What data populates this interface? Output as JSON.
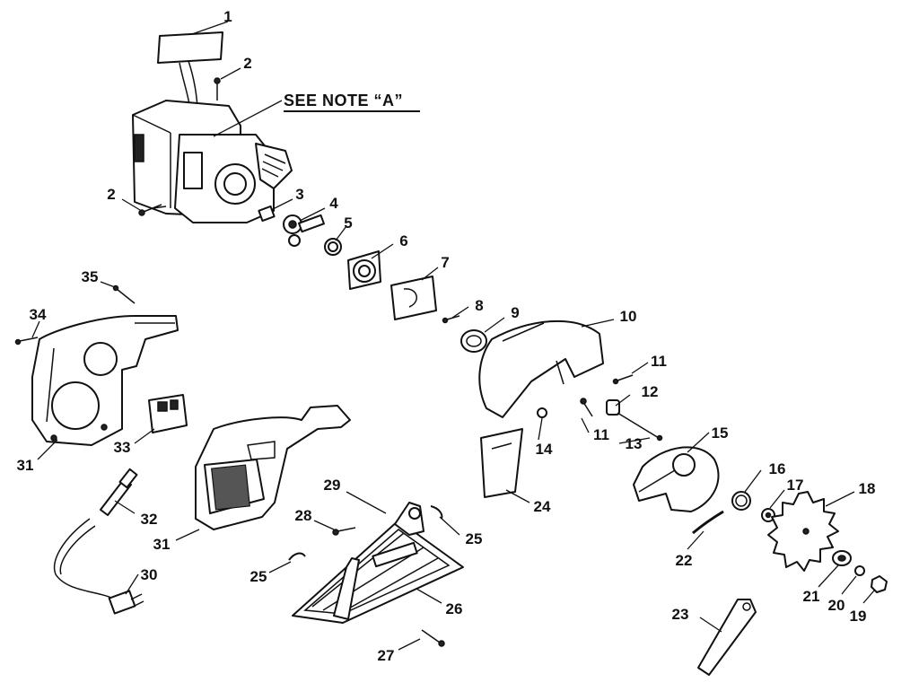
{
  "note": {
    "text": "SEE NOTE “A”"
  },
  "labels": {
    "p1": "1",
    "p2a": "2",
    "p2b": "2",
    "p3": "3",
    "p4": "4",
    "p5": "5",
    "p6": "6",
    "p7": "7",
    "p8": "8",
    "p9": "9",
    "p10": "10",
    "p11a": "11",
    "p11b": "11",
    "p12": "12",
    "p13": "13",
    "p14": "14",
    "p15": "15",
    "p16": "16",
    "p17": "17",
    "p18": "18",
    "p19": "19",
    "p20": "20",
    "p21": "21",
    "p22": "22",
    "p23": "23",
    "p24": "24",
    "p25a": "25",
    "p25b": "25",
    "p26": "26",
    "p27": "27",
    "p28": "28",
    "p29": "29",
    "p30": "30",
    "p31a": "31",
    "p31b": "31",
    "p32": "32",
    "p33": "33",
    "p34": "34",
    "p35": "35"
  }
}
